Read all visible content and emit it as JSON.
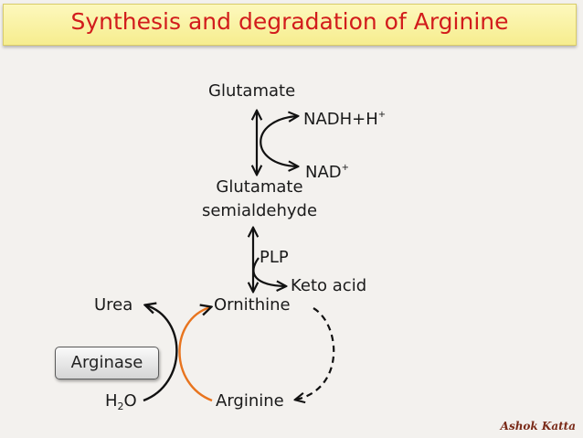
{
  "title": "Synthesis and degradation of Arginine",
  "nodes": {
    "glutamate": "Glutamate",
    "nadh": "NADH+H",
    "nadh_sup": "+",
    "nad": "NAD",
    "nad_sup": "+",
    "semialdehyde_line1": "Glutamate",
    "semialdehyde_line2": "semialdehyde",
    "plp": "PLP",
    "keto_acid": "Keto acid",
    "ornithine": "Ornithine",
    "urea": "Urea",
    "arginine": "Arginine",
    "water": "H",
    "water_sub": "2",
    "water_tail": "O"
  },
  "enzyme": "Arginase",
  "author": "Ashok Katta",
  "colors": {
    "title": "#d21c1c",
    "arginase_arc": "#e8741e",
    "arrow": "#111111"
  }
}
